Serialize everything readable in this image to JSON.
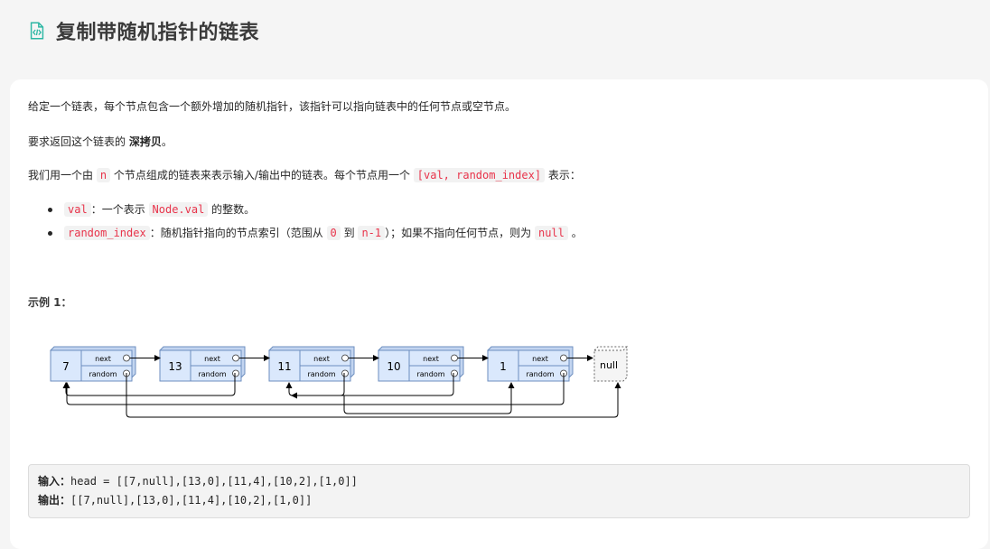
{
  "problem": {
    "title": "复制带随机指针的链表"
  },
  "description": {
    "p1": "给定一个链表，每个节点包含一个额外增加的随机指针，该指针可以指向链表中的任何节点或空节点。",
    "p2_prefix": "要求返回这个链表的",
    "p2_bold": "深拷贝",
    "p2_suffix": "。",
    "p3_a": "我们用一个由",
    "p3_code1": "n",
    "p3_b": "个节点组成的链表来表示输入/输出中的链表。每个节点用一个",
    "p3_code2": "[val, random_index]",
    "p3_c": "表示：",
    "bullets": [
      {
        "code": "val",
        "text_a": "：一个表示",
        "code2": "Node.val",
        "text_b": "的整数。"
      },
      {
        "code": "random_index",
        "text_a": "：随机指针指向的节点索引（范围从",
        "code2": "0",
        "text_b": "到",
        "code3": "n-1",
        "text_c": "）；如果不指向任何节点，则为",
        "code4": "null",
        "text_d": "。"
      }
    ]
  },
  "example": {
    "title": "示例 1：",
    "diagram": {
      "nodes": [
        "7",
        "13",
        "11",
        "10",
        "1"
      ],
      "next_label": "next",
      "random_label": "random",
      "null_label": "null"
    },
    "input_label": "输入：",
    "input_value": "head = [[7,null],[13,0],[11,4],[10,2],[1,0]]",
    "output_label": "输出：",
    "output_value": "[[7,null],[13,0],[11,4],[10,2],[1,0]]"
  },
  "colors": {
    "code_text": "#e8334a",
    "code_bg": "#f2f2f2",
    "node_fill": "#dae8fc",
    "node_stroke": "#6c8ebf",
    "icon_accent": "#2db7a4"
  }
}
